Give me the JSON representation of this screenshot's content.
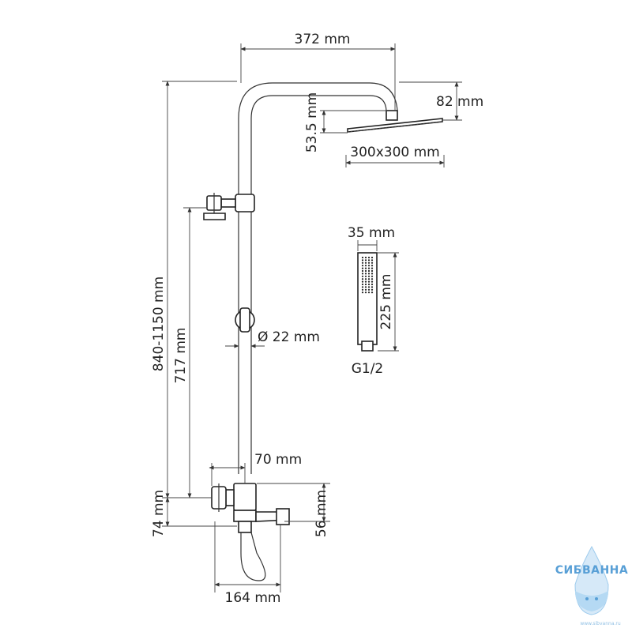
{
  "dimensions": {
    "arm_reach": "372 mm",
    "head_height": "82 mm",
    "head_offset": "53.5 mm",
    "head_size": "300x300 mm",
    "hand_width": "35 mm",
    "hand_length": "225 mm",
    "hand_thread": "G1/2",
    "total_height": "840-1150 mm",
    "bar_diameter": "Ø 22 mm",
    "slide_height": "717 mm",
    "mixer_offset": "70 mm",
    "mixer_height": "74 mm",
    "spout_height": "56 mm",
    "spout_length": "164 mm"
  },
  "logo": {
    "brand": "СИБВАННА",
    "url": "www.sibvanna.ru"
  }
}
